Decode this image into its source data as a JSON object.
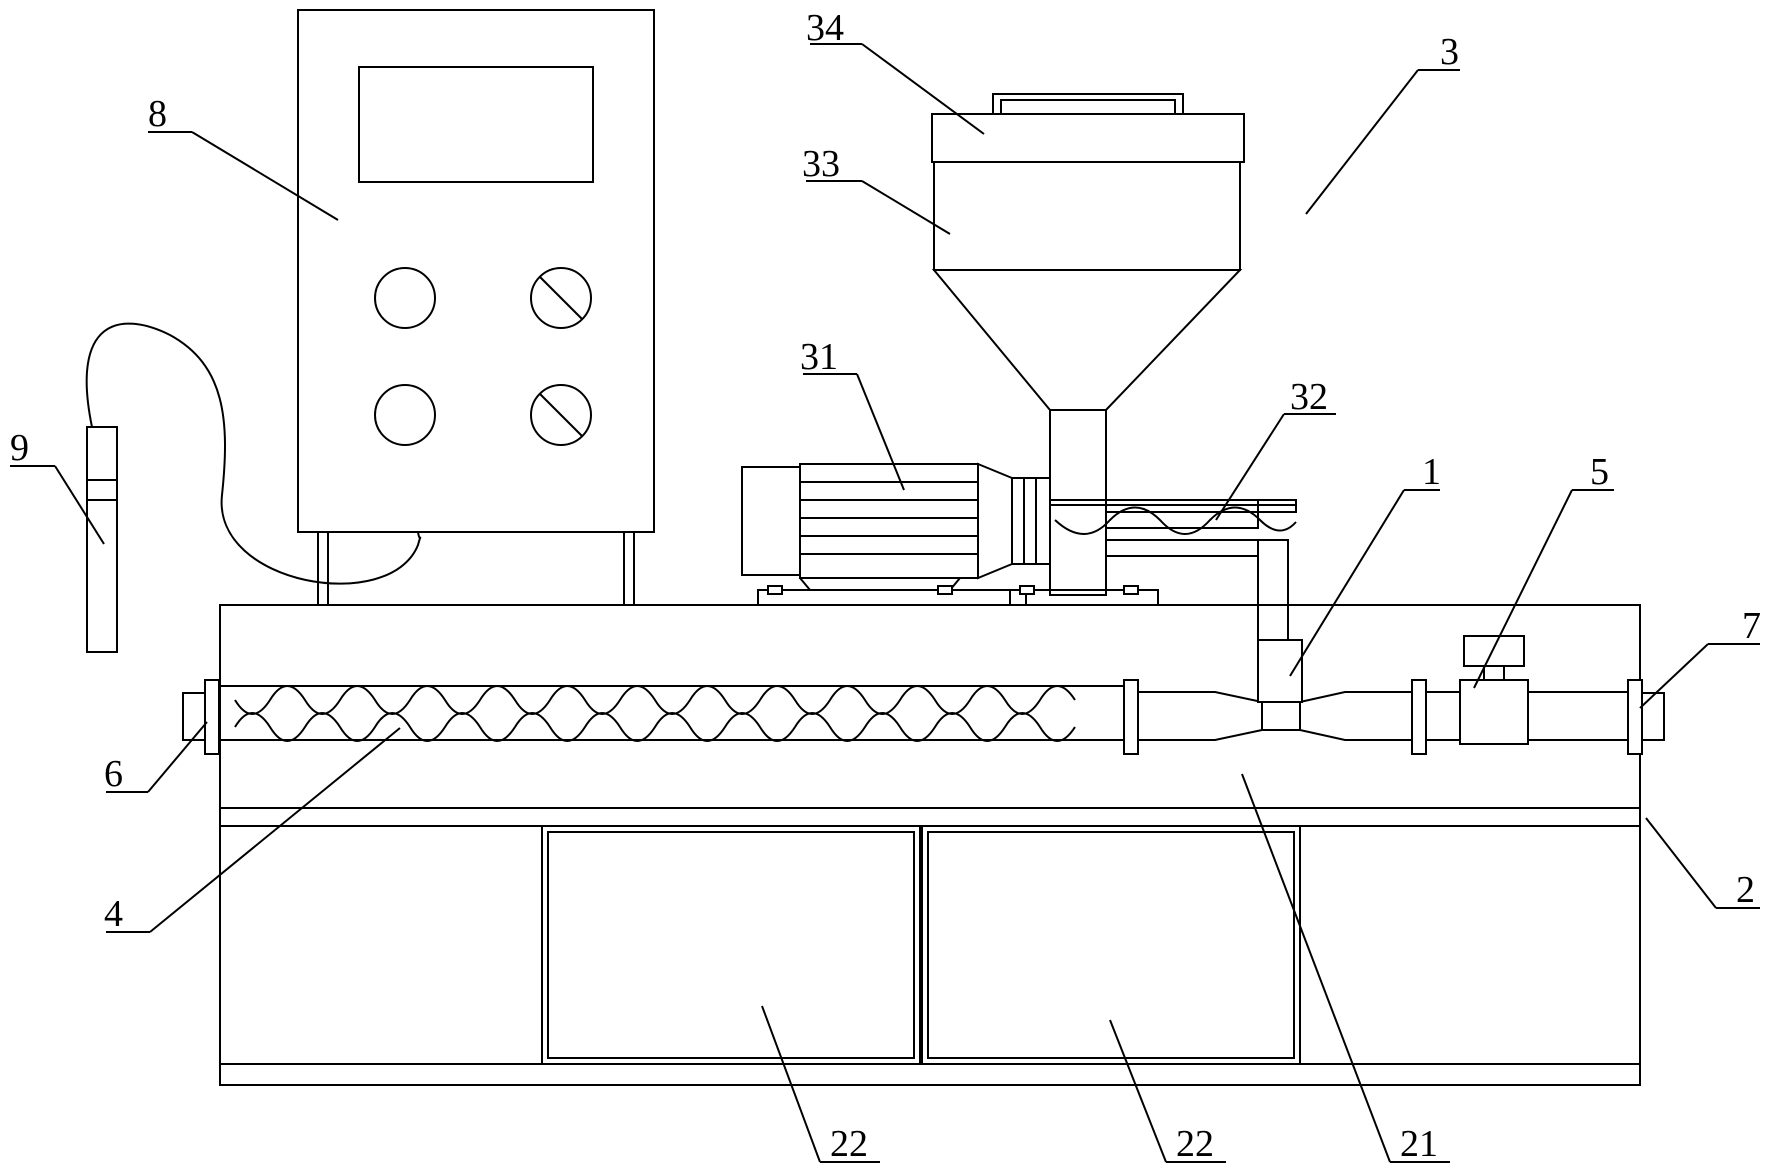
{
  "diagram": {
    "callouts": {
      "control_box": "8",
      "probe": "9",
      "hopper_lid": "34",
      "hopper_body": "33",
      "hopper_assembly": "3",
      "motor": "31",
      "screw_feeder": "32",
      "venturi": "1",
      "valve": "5",
      "outlet_flange": "7",
      "inlet_flange": "6",
      "screw_pipe": "4",
      "frame": "2",
      "frame_upper": "21",
      "door_left": "22",
      "door_right": "22"
    },
    "colors": {
      "line": "#000000",
      "background": "#ffffff"
    }
  }
}
